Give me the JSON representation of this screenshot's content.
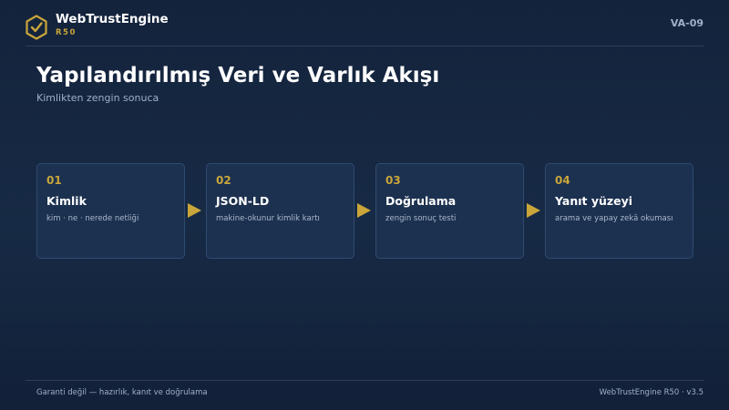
{
  "brand": {
    "name": "WebTrustEngine",
    "sub": "R50",
    "code": "VA-09",
    "accent": "#c9a53a"
  },
  "page": {
    "title": "Yapılandırılmış Veri ve Varlık Akışı",
    "subtitle": "Kimlikten zengin sonuca"
  },
  "steps": [
    {
      "num": "01",
      "title": "Kimlik",
      "desc": "kim · ne · nerede netliği"
    },
    {
      "num": "02",
      "title": "JSON-LD",
      "desc": "makine-okunur kimlik kartı"
    },
    {
      "num": "03",
      "title": "Doğrulama",
      "desc": "zengin sonuç testi"
    },
    {
      "num": "04",
      "title": "Yanıt yüzeyi",
      "desc": "arama ve yapay zekâ okuması"
    }
  ],
  "footer": {
    "left": "Garanti değil — hazırlık, kanıt ve doğrulama",
    "right": "WebTrustEngine R50 · v3.5"
  }
}
